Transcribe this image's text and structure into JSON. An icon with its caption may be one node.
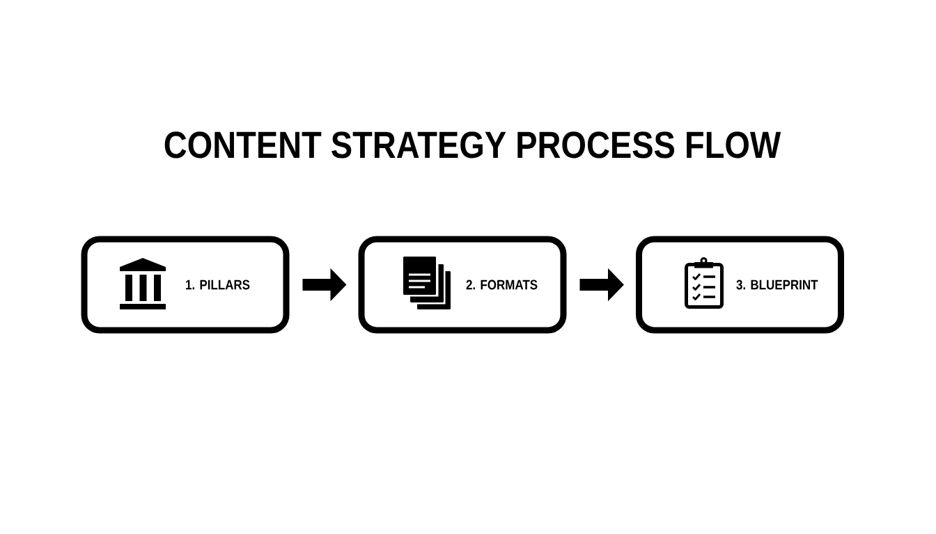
{
  "diagram": {
    "title": "CONTENT STRATEGY PROCESS FLOW",
    "nodes": [
      {
        "text": [
          "1. PILLARS"
        ]
      },
      {
        "text": [
          "2. FORMATS"
        ]
      },
      {
        "text": [
          "3. BLUEPRINT"
        ]
      }
    ],
    "edges": [
      {
        "from": 0,
        "to": 1,
        "arrow": "to"
      },
      {
        "from": 1,
        "to": 2,
        "arrow": "to"
      }
    ]
  }
}
